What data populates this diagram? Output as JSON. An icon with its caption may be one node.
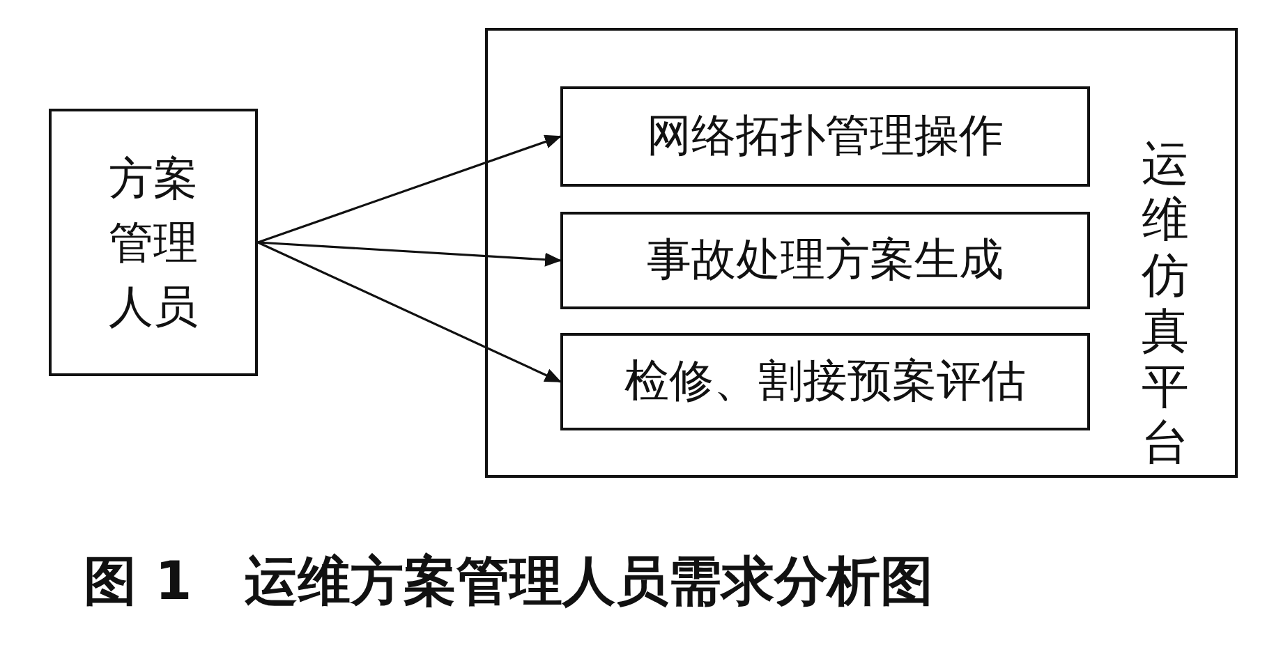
{
  "diagram": {
    "caption": "图 1　运维方案管理人员需求分析图",
    "nodes": [
      {
        "text": [
          "方案管理人员"
        ]
      },
      {
        "text": [
          "运维仿真平台"
        ]
      },
      {
        "text": [
          "网络拓扑管理操作"
        ],
        "in": 1
      },
      {
        "text": [
          "事故处理方案生成"
        ],
        "in": 1
      },
      {
        "text": [
          "检修、割接预案评估"
        ],
        "in": 1
      }
    ],
    "edges": [
      {
        "from": 0,
        "to": 2,
        "arrow": "to"
      },
      {
        "from": 0,
        "to": 3,
        "arrow": "to"
      },
      {
        "from": 0,
        "to": 4,
        "arrow": "to"
      }
    ]
  }
}
